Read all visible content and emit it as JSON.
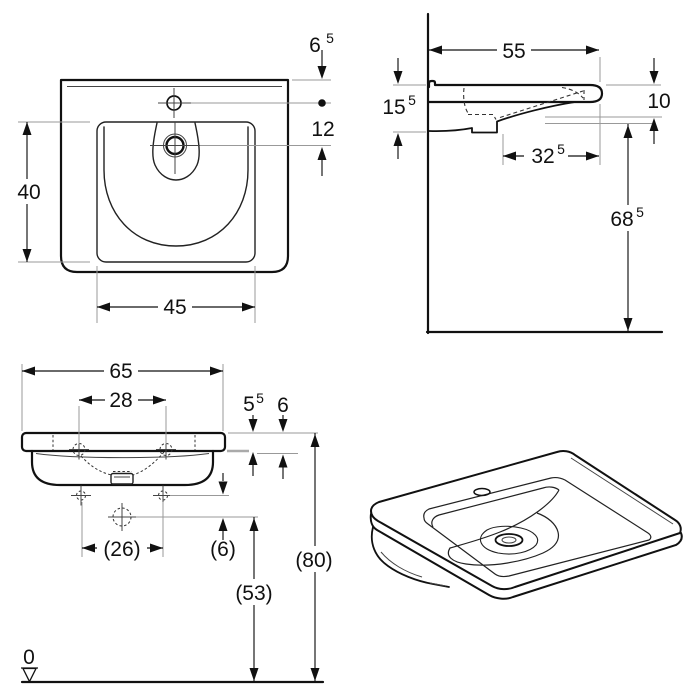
{
  "drawing_type": "technical-dimension-drawing",
  "product": "wall-hung washbasin",
  "views": {
    "top": {
      "dims": {
        "tap_offset": {
          "value": "6",
          "sup": "5"
        },
        "tap_to_drain": {
          "value": "12"
        },
        "bowl_depth": {
          "value": "40"
        },
        "bowl_width": {
          "value": "45"
        }
      }
    },
    "side": {
      "dims": {
        "total_depth": {
          "value": "55"
        },
        "back_edge_height": {
          "value": "15",
          "sup": "5"
        },
        "bowl_inner_depth": {
          "value": "10"
        },
        "outlet_to_front": {
          "value": "32",
          "sup": "5"
        },
        "underside_clearance": {
          "value": "68",
          "sup": "5"
        }
      }
    },
    "front": {
      "dims": {
        "overall_width": {
          "value": "65"
        },
        "fixing_hole_spacing": {
          "value": "28"
        },
        "rim_thickness": {
          "value": "5",
          "sup": "5"
        },
        "top_to_fixing": {
          "value": "6"
        },
        "lower_fixing_spacing": {
          "value": "(26)"
        },
        "body_to_outlet": {
          "value": "(6)"
        },
        "outlet_height": {
          "value": "(53)"
        },
        "rim_height": {
          "value": "(80)"
        },
        "floor_level": {
          "value": "0"
        }
      }
    }
  }
}
